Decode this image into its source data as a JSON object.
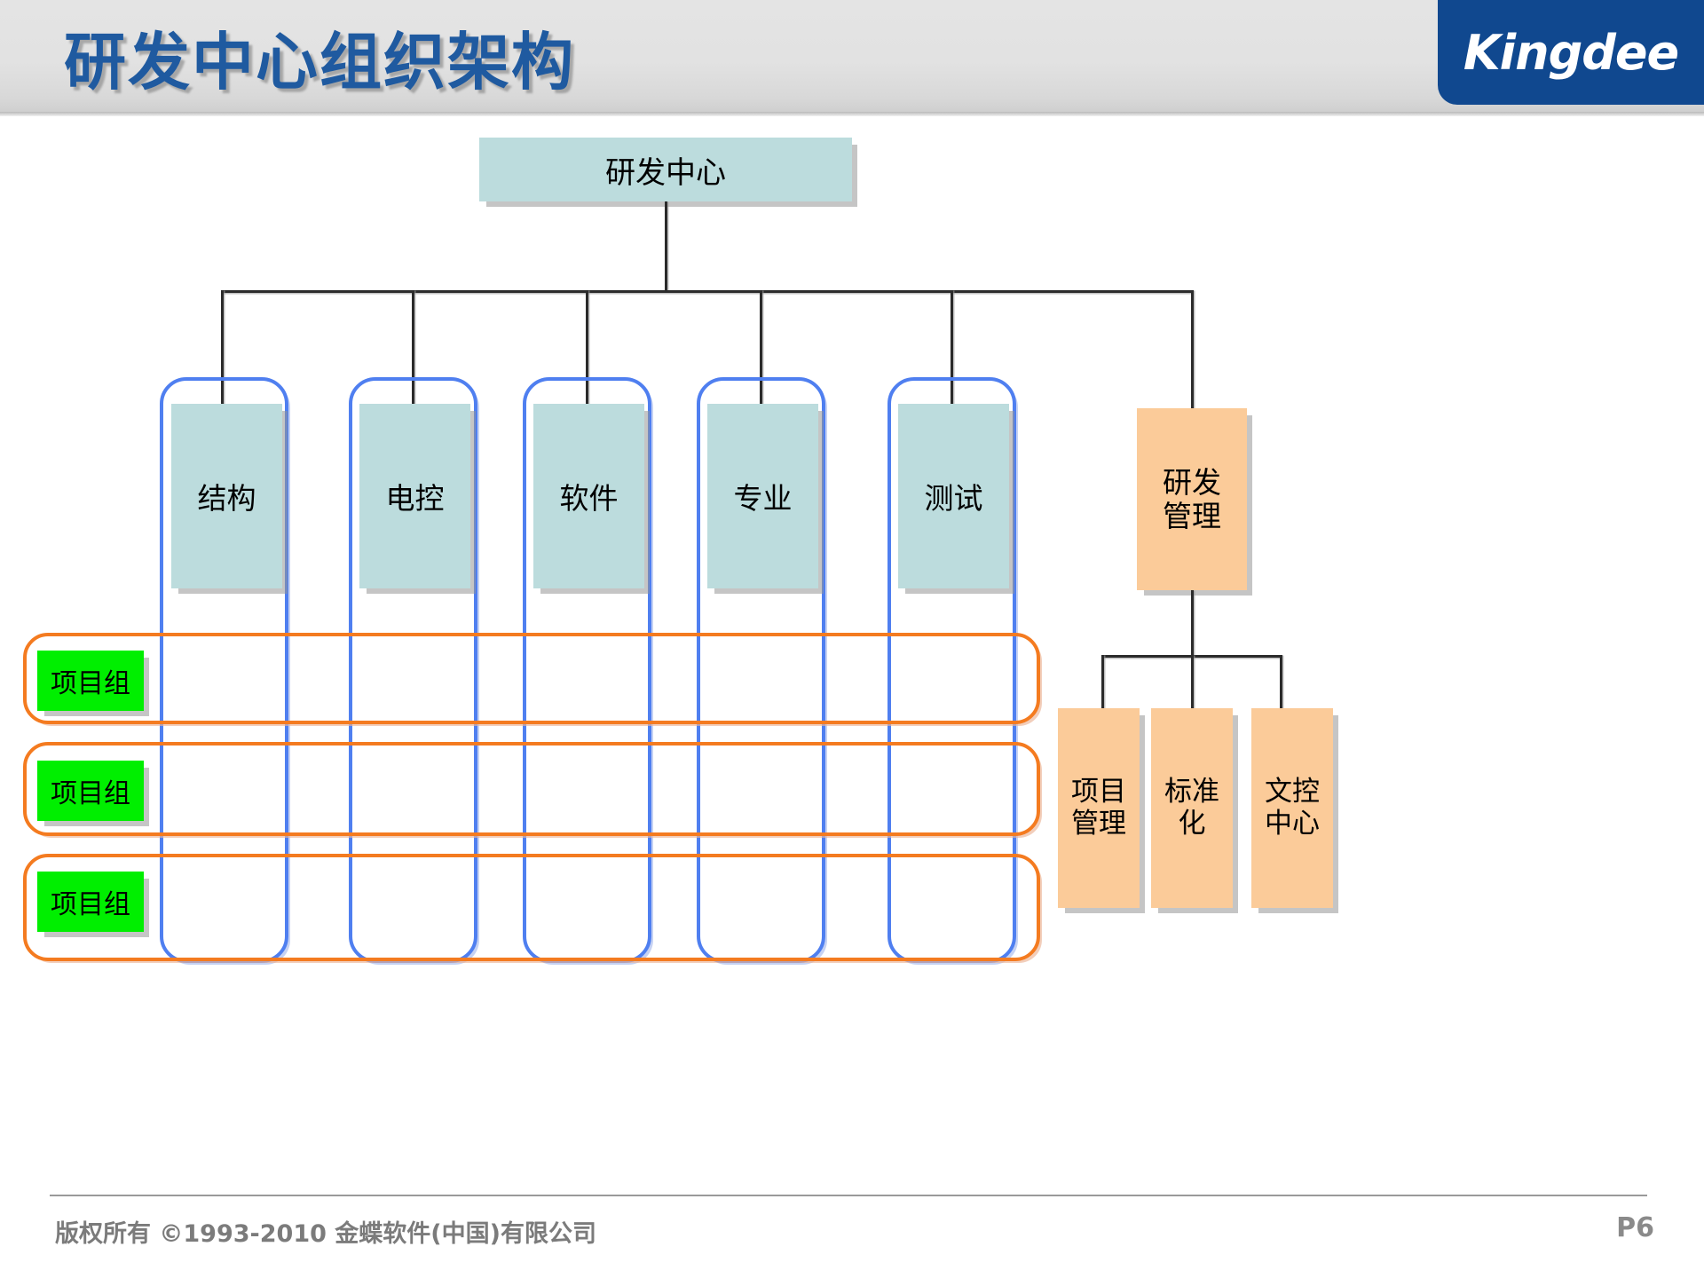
{
  "header": {
    "title": "研发中心组织架构",
    "logo_text": "Kingdee",
    "logo_bg": "#10488f",
    "title_color": "#1f5aa0",
    "band_bg": "#e2e2e2"
  },
  "chart_data": {
    "type": "diagram",
    "title": "研发中心组织架构",
    "root": {
      "label": "研发中心",
      "color": "#bcdcdd"
    },
    "departments": [
      {
        "label": "结构",
        "color": "#bcdcdd"
      },
      {
        "label": "电控",
        "color": "#bcdcdd"
      },
      {
        "label": "软件",
        "color": "#bcdcdd"
      },
      {
        "label": "专业",
        "color": "#bcdcdd"
      },
      {
        "label": "测试",
        "color": "#bcdcdd"
      }
    ],
    "management": {
      "label_line1": "研发",
      "label_line2": "管理",
      "color": "#fbcb99",
      "children": [
        {
          "label_line1": "项目",
          "label_line2": "管理",
          "color": "#fbcb99"
        },
        {
          "label_line1": "标准",
          "label_line2": "化",
          "color": "#fbcb99"
        },
        {
          "label_line1": "文控",
          "label_line2": "中心",
          "color": "#fbcb99"
        }
      ]
    },
    "project_rows": [
      {
        "label": "项目组",
        "color": "#00ef00"
      },
      {
        "label": "项目组",
        "color": "#00ef00"
      },
      {
        "label": "项目组",
        "color": "#00ef00"
      }
    ],
    "group_outline_color": "#4f7ff0",
    "row_outline_color": "#f47b20"
  },
  "footer": {
    "copyright": "版权所有 ©1993-2010 金蝶软件(中国)有限公司",
    "page": "P6"
  }
}
